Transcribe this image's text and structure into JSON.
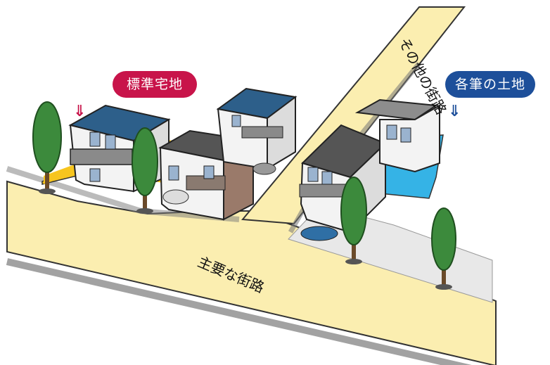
{
  "labels": {
    "standard_lot": "標準宅地",
    "each_lot": "各筆の土地",
    "main_road": "主要な街路",
    "side_road": "その他の街路",
    "arrow_glyph": "⇓"
  },
  "colors": {
    "standard_lot_accent": "#c8144a",
    "each_lot_accent": "#1d4f9a",
    "road_fill": "#fbeeb0",
    "standard_lot_fill": "#f7c51e",
    "each_lot_fill": "#35b3e6",
    "roof_blue": "#2d5f8a",
    "roof_gray": "#5a5a5a",
    "tree_green": "#3c8a3c"
  }
}
